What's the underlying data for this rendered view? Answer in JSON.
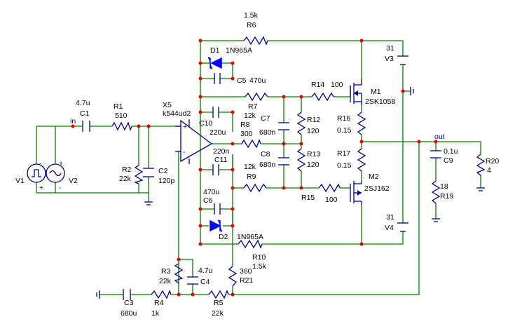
{
  "components": {
    "r1": {
      "ref": "R1",
      "value": "510"
    },
    "r2": {
      "ref": "R2",
      "value": "22k"
    },
    "r3": {
      "ref": "R3",
      "value": "22k"
    },
    "r4": {
      "ref": "R4",
      "value": "1k"
    },
    "r5": {
      "ref": "R5",
      "value": "22k"
    },
    "r6": {
      "ref": "R6",
      "value": "1.5k"
    },
    "r7": {
      "ref": "R7",
      "value": "12k"
    },
    "r8": {
      "ref": "R8",
      "value": "300"
    },
    "r9": {
      "ref": "R9",
      "value": "12k"
    },
    "r10": {
      "ref": "R10",
      "value": "1.5k"
    },
    "r12": {
      "ref": "R12",
      "value": "120"
    },
    "r13": {
      "ref": "R13",
      "value": "120"
    },
    "r14": {
      "ref": "R14",
      "value": "100"
    },
    "r15": {
      "ref": "R15",
      "value": "100"
    },
    "r16": {
      "ref": "R16",
      "value": "0.15"
    },
    "r17": {
      "ref": "R17",
      "value": "0.15"
    },
    "r19": {
      "ref": "R19",
      "value": "18"
    },
    "r20": {
      "ref": "R20",
      "value": "4"
    },
    "r21": {
      "ref": "R21",
      "value": "360"
    },
    "c1": {
      "ref": "C1",
      "value": "4.7u"
    },
    "c2": {
      "ref": "C2",
      "value": "120p"
    },
    "c3": {
      "ref": "C3",
      "value": "680u"
    },
    "c4": {
      "ref": "C4",
      "value": "4.7u"
    },
    "c5": {
      "ref": "C5",
      "value": "470u"
    },
    "c6": {
      "ref": "C6",
      "value": "470u"
    },
    "c7": {
      "ref": "C7",
      "value": "680n"
    },
    "c8": {
      "ref": "C8",
      "value": "680n"
    },
    "c9": {
      "ref": "C9",
      "value": "0.1u"
    },
    "c10": {
      "ref": "C10",
      "value": "220u"
    },
    "c11": {
      "ref": "C11",
      "value": "220n"
    },
    "d1": {
      "ref": "D1",
      "value": "1N965A"
    },
    "d2": {
      "ref": "D2",
      "value": "1N965A"
    },
    "m1": {
      "ref": "M1",
      "value": "2SK1058"
    },
    "m2": {
      "ref": "M2",
      "value": "2SJ162"
    },
    "x5": {
      "ref": "X5",
      "value": "k544ud2"
    },
    "v1": {
      "ref": "V1"
    },
    "v2": {
      "ref": "V2"
    },
    "v3": {
      "ref": "V3",
      "value": "31"
    },
    "v4": {
      "ref": "V4",
      "value": "31"
    }
  },
  "nets": {
    "input": "in",
    "output": "out"
  },
  "signs": {
    "plus": "+",
    "minus": "-"
  }
}
